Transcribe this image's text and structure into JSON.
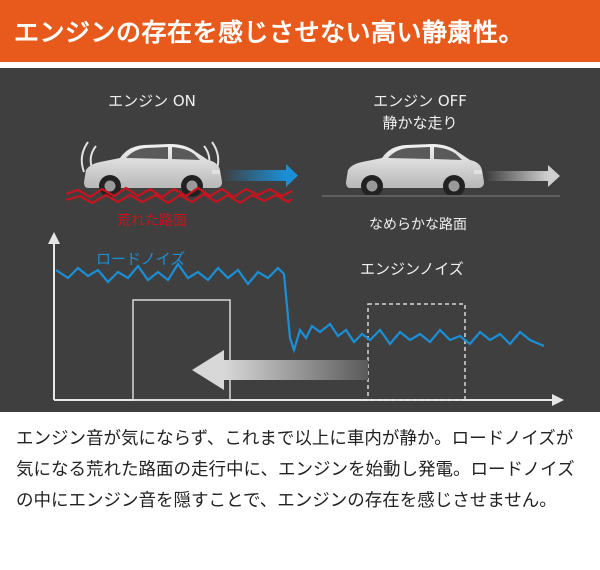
{
  "header": {
    "title": "エンジンの存在を感じさせない高い静粛性。",
    "bg_color": "#e85a1c"
  },
  "diagram": {
    "engine_on_label": "エンジン ON",
    "engine_off_label_line1": "エンジン OFF",
    "engine_off_label_line2": "静かな走り",
    "rough_road_label": "荒れた路面",
    "smooth_road_label": "なめらかな路面",
    "road_noise_label": "ロードノイズ",
    "engine_noise_label": "エンジンノイズ",
    "colors": {
      "background": "#3f3f3f",
      "road_noise": "#1a8fd6",
      "rough_road": "#c8141e",
      "axis": "#e6e6e6"
    }
  },
  "body": {
    "paragraph": "エンジン音が気にならず、これまで以上に車内が静か。ロードノイズが気になる荒れた路面の走行中に、エンジンを始動し発電。ロードノイズの中にエンジン音を隠すことで、エンジンの存在を感じさせません。"
  }
}
